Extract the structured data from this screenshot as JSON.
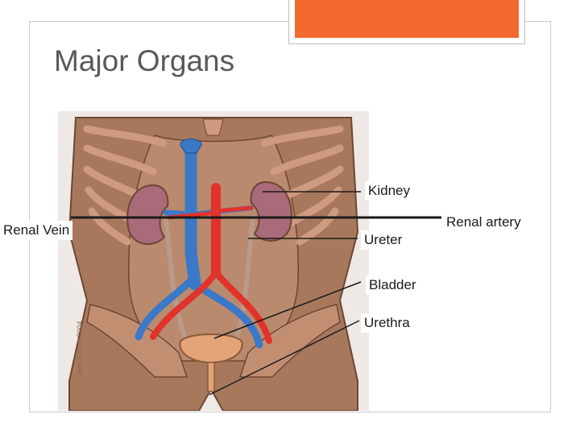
{
  "slide": {
    "title": "Major Organs",
    "accent_color": "#f26a2e"
  },
  "labels": {
    "kidney": "Kidney",
    "renal_vein": "Renal Vein",
    "renal_artery": "Renal artery",
    "ureter": "Ureter",
    "bladder": "Bladder",
    "urethra": "Urethra"
  },
  "illustration": {
    "signature": "Jean Evans 2004",
    "colors": {
      "skin": "#a8785d",
      "rib": "#cf9a80",
      "kidney": "#a96a7a",
      "vein": "#3a78c8",
      "artery": "#e0332c",
      "bladder": "#e3a578"
    }
  }
}
